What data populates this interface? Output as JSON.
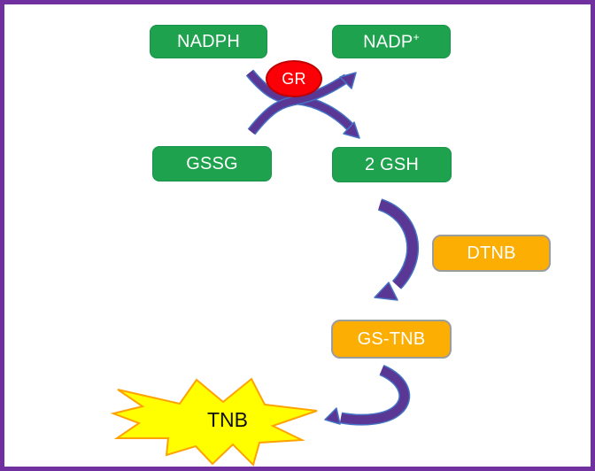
{
  "nodes": {
    "nadph": {
      "label": "NADPH"
    },
    "nadp": {
      "label": "NADP",
      "superscript": "+"
    },
    "gr": {
      "label": "GR"
    },
    "gssg": {
      "label": "GSSG"
    },
    "gsh2": {
      "label": "2 GSH"
    },
    "dtnb": {
      "label": "DTNB"
    },
    "gstnb": {
      "label": "GS-TNB"
    },
    "tnb": {
      "label": "TNB"
    }
  },
  "arrows": [
    {
      "id": "nadph-to-gsh2",
      "from": "NADPH",
      "to": "2 GSH"
    },
    {
      "id": "gssg-to-nadp",
      "from": "GSSG",
      "to": "NADP+"
    },
    {
      "id": "gsh2-to-gstnb",
      "from": "2 GSH",
      "to": "GS-TNB"
    },
    {
      "id": "gstnb-to-tnb",
      "from": "GS-TNB",
      "to": "TNB"
    }
  ],
  "colors": {
    "frame_border": "#7030A0",
    "background": "#FFFFFF",
    "green_box": "#1EA24D",
    "green_box_border": "#17934A",
    "orange_box": "#FCAE03",
    "orange_box_border": "#9C9C9C",
    "red_ellipse": "#FB0007",
    "red_ellipse_border": "#C00000",
    "box_text": "#FFFFFF",
    "burst_fill": "#FFFF00",
    "burst_border": "#FFA200",
    "burst_text": "#111111",
    "arrow_purple": "#5A3795",
    "arrow_blue_edge": "#4472C4"
  }
}
